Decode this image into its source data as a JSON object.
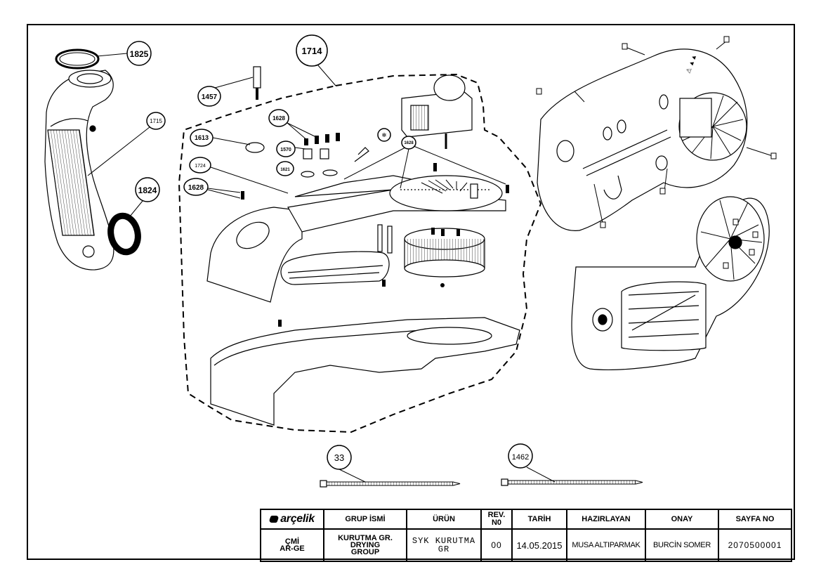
{
  "callouts": {
    "c1825": "1825",
    "c1714": "1714",
    "c1457": "1457",
    "c1715": "1715",
    "c1628a": "1628",
    "c1613": "1613",
    "c1570": "1570",
    "c1628b": "1628",
    "c1724": "1724",
    "c1621": "1621",
    "c1628c": "1628",
    "c1824": "1824",
    "c33": "33",
    "c1462": "1462"
  },
  "title_block": {
    "headers": {
      "logo": "arçelik",
      "group_name": "GRUP İSMİ",
      "product": "ÜRÜN",
      "rev_line1": "REV.",
      "rev_line2": "N0",
      "date": "TARİH",
      "prepared_by": "HAZIRLAYAN",
      "approval": "ONAY",
      "page_no": "SAYFA NO"
    },
    "values": {
      "dept_line1": "ÇMİ",
      "dept_line2": "AR-GE",
      "group_line1": "KURUTMA GR.",
      "group_line2": "DRYING",
      "group_line3": "GROUP",
      "product_line1": "SYK KURUTMA",
      "product_line2": "GR",
      "rev": "00",
      "date": "14.05.2015",
      "prepared_by": "MUSA  ALTIPARMAK",
      "approval": "BURCİN SOMER",
      "page_no": "2070500001"
    }
  }
}
